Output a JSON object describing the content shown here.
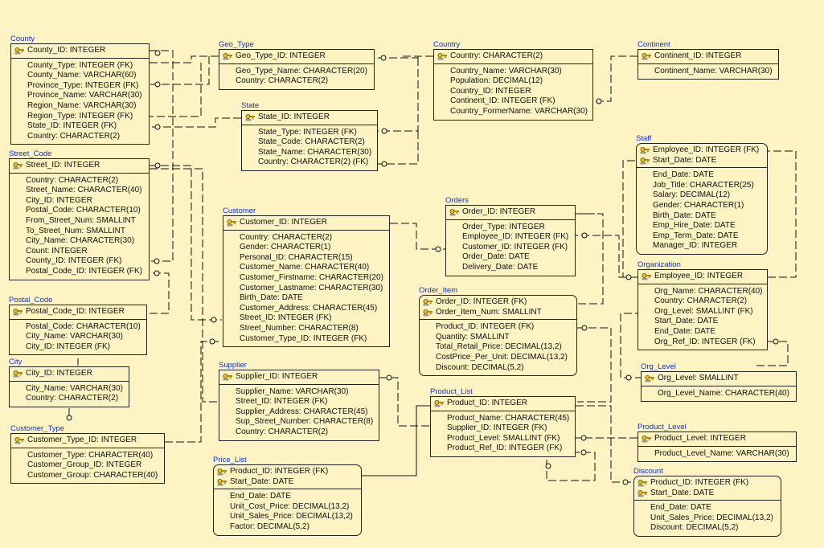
{
  "colors": {
    "background": "#fdf3c3",
    "entity_name": "#0b33d8",
    "border": "#222222"
  },
  "entities": {
    "county": {
      "name": "County",
      "pk": [
        "County_ID: INTEGER"
      ],
      "attrs": [
        "County_Type: INTEGER (FK)",
        "County_Name: VARCHAR(60)",
        "Province_Type: INTEGER (FK)",
        "Province_Name: VARCHAR(30)",
        "Region_Name: VARCHAR(30)",
        "Region_Type: INTEGER (FK)",
        "State_ID: INTEGER (FK)",
        "Country: CHARACTER(2)"
      ]
    },
    "street_code": {
      "name": "Street_Code",
      "pk": [
        "Street_ID: INTEGER"
      ],
      "attrs": [
        "Country: CHARACTER(2)",
        "Street_Name: CHARACTER(40)",
        "City_ID: INTEGER",
        "Postal_Code: CHARACTER(10)",
        "From_Street_Num: SMALLINT",
        "To_Street_Num: SMALLINT",
        "City_Name: CHARACTER(30)",
        "Count: INTEGER",
        "County_ID: INTEGER (FK)",
        "Postal_Code_ID: INTEGER (FK)"
      ]
    },
    "postal_code": {
      "name": "Postal_Code",
      "pk": [
        "Postal_Code_ID: INTEGER"
      ],
      "attrs": [
        "Postal_Code: CHARACTER(10)",
        "City_Name: VARCHAR(30)",
        "City_ID: INTEGER (FK)"
      ]
    },
    "city": {
      "name": "City",
      "pk": [
        "City_ID: INTEGER"
      ],
      "attrs": [
        "City_Name: VARCHAR(30)",
        "Country: CHARACTER(2)"
      ]
    },
    "customer_type": {
      "name": "Customer_Type",
      "pk": [
        "Customer_Type_ID: INTEGER"
      ],
      "attrs": [
        "Customer_Type: CHARACTER(40)",
        "Customer_Group_ID: INTEGER",
        "Customer_Group: CHARACTER(40)"
      ]
    },
    "geo_type": {
      "name": "Geo_Type",
      "pk": [
        "Geo_Type_ID: INTEGER"
      ],
      "attrs": [
        "Geo_Type_Name: CHARACTER(20)",
        "Country: CHARACTER(2)"
      ]
    },
    "state": {
      "name": "State",
      "pk": [
        "State_ID: INTEGER"
      ],
      "attrs": [
        "State_Type: INTEGER (FK)",
        "State_Code: CHARACTER(2)",
        "State_Name: CHARACTER(30)",
        "Country: CHARACTER(2) (FK)"
      ]
    },
    "country": {
      "name": "Country",
      "pk": [
        "Country: CHARACTER(2)"
      ],
      "attrs": [
        "Country_Name: VARCHAR(30)",
        "Population: DECIMAL(12)",
        "Country_ID: INTEGER",
        "Continent_ID: INTEGER (FK)",
        "Country_FormerName: VARCHAR(30)"
      ]
    },
    "continent": {
      "name": "Continent",
      "pk": [
        "Continent_ID: INTEGER"
      ],
      "attrs": [
        "Continent_Name: VARCHAR(30)"
      ]
    },
    "staff": {
      "name": "Staff",
      "pk": [
        "Employee_ID: INTEGER (FK)",
        "Start_Date: DATE"
      ],
      "attrs": [
        "End_Date: DATE",
        "Job_Title: CHARACTER(25)",
        "Salary: DECIMAL(12)",
        "Gender: CHARACTER(1)",
        "Birth_Date: DATE",
        "Emp_Hire_Date: DATE",
        "Emp_Term_Date: DATE",
        "Manager_ID: INTEGER"
      ]
    },
    "customer": {
      "name": "Customer",
      "pk": [
        "Customer_ID: INTEGER"
      ],
      "attrs": [
        "Country: CHARACTER(2)",
        "Gender: CHARACTER(1)",
        "Personal_ID: CHARACTER(15)",
        "Customer_Name: CHARACTER(40)",
        "Customer_Firstname: CHARACTER(20)",
        "Customer_Lastname: CHARACTER(30)",
        "Birth_Date: DATE",
        "Customer_Address: CHARACTER(45)",
        "Street_ID: INTEGER (FK)",
        "Street_Number: CHARACTER(8)",
        "Customer_Type_ID: INTEGER (FK)"
      ]
    },
    "orders": {
      "name": "Orders",
      "pk": [
        "Order_ID: INTEGER"
      ],
      "attrs": [
        "Order_Type: INTEGER",
        "Employee_ID: INTEGER (FK)",
        "Customer_ID: INTEGER (FK)",
        "Order_Date: DATE",
        "Delivery_Date: DATE"
      ]
    },
    "order_item": {
      "name": "Order_Item",
      "pk": [
        "Order_ID: INTEGER (FK)",
        "Order_Item_Num: SMALLINT"
      ],
      "attrs": [
        "Product_ID: INTEGER (FK)",
        "Quantity: SMALLINT",
        "Total_Retail_Price: DECIMAL(13,2)",
        "CostPrice_Per_Unit: DECIMAL(13,2)",
        "Discount: DECIMAL(5,2)"
      ]
    },
    "organization": {
      "name": "Organization",
      "pk": [
        "Employee_ID: INTEGER"
      ],
      "attrs": [
        "Org_Name: CHARACTER(40)",
        "Country: CHARACTER(2)",
        "Org_Level: SMALLINT (FK)",
        "Start_Date: DATE",
        "End_Date: DATE",
        "Org_Ref_ID: INTEGER (FK)"
      ]
    },
    "org_level": {
      "name": "Org_Level",
      "pk": [
        "Org_Level: SMALLINT"
      ],
      "attrs": [
        "Org_Level_Name: CHARACTER(40)"
      ]
    },
    "supplier": {
      "name": "Supplier",
      "pk": [
        "Supplier_ID: INTEGER"
      ],
      "attrs": [
        "Supplier_Name: VARCHAR(30)",
        "Street_ID: INTEGER (FK)",
        "Supplier_Address: CHARACTER(45)",
        "Sup_Street_Number: CHARACTER(8)",
        "Country: CHARACTER(2)"
      ]
    },
    "product_list": {
      "name": "Product_List",
      "pk": [
        "Product_ID: INTEGER"
      ],
      "attrs": [
        "Product_Name: CHARACTER(45)",
        "Supplier_ID: INTEGER (FK)",
        "Product_Level: SMALLINT (FK)",
        "Product_Ref_ID: INTEGER (FK)"
      ]
    },
    "product_level": {
      "name": "Product_Level",
      "pk": [
        "Product_Level: INTEGER"
      ],
      "attrs": [
        "Product_Level_Name: VARCHAR(30)"
      ]
    },
    "price_list": {
      "name": "Price_List",
      "pk": [
        "Product_ID: INTEGER (FK)",
        "Start_Date: DATE"
      ],
      "attrs": [
        "End_Date: DATE",
        "Unit_Cost_Price: DECIMAL(13,2)",
        "Unit_Sales_Price: DECIMAL(13,2)",
        "Factor: DECIMAL(5,2)"
      ]
    },
    "discount": {
      "name": "Discount",
      "pk": [
        "Product_ID: INTEGER (FK)",
        "Start_Date: DATE"
      ],
      "attrs": [
        "End_Date: DATE",
        "Unit_Sales_Price: DECIMAL(13,2)",
        "Discount: DECIMAL(5,2)"
      ]
    }
  }
}
